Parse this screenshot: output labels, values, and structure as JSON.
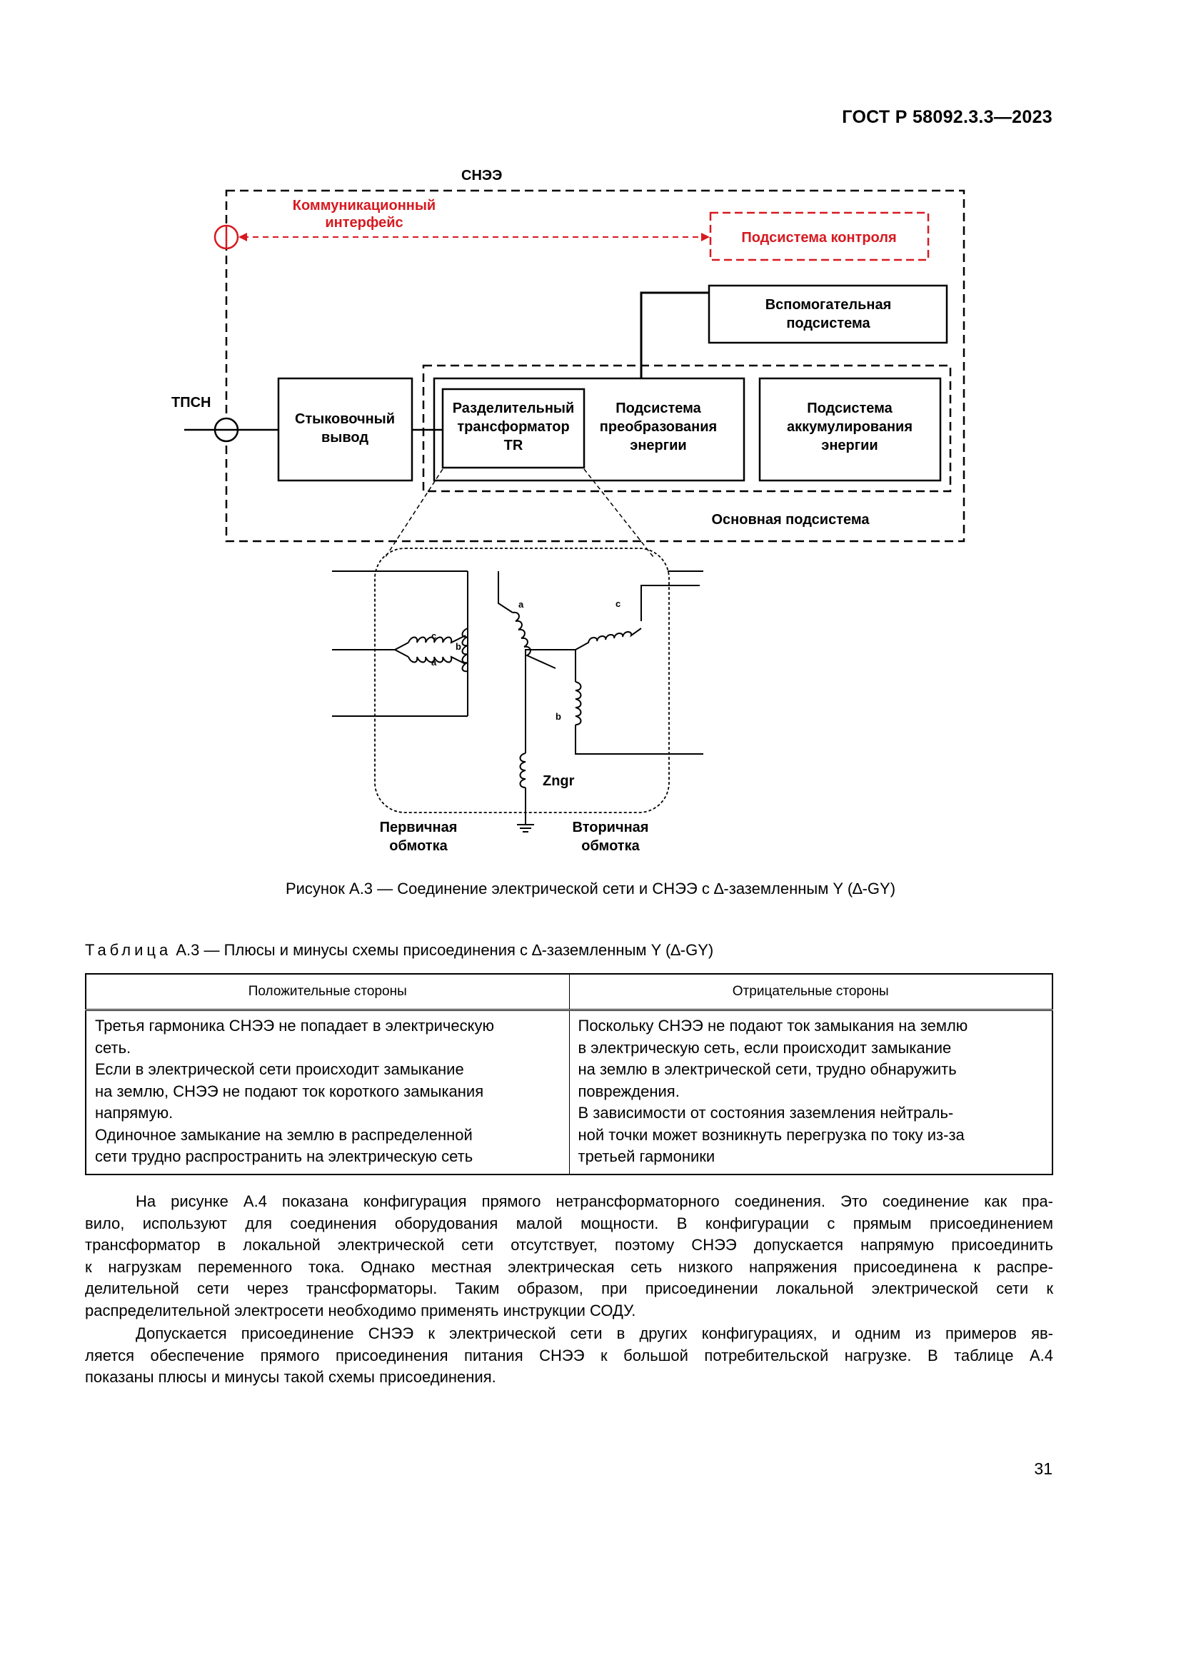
{
  "header": {
    "standard_id": "ГОСТ Р 58092.3.3—2023"
  },
  "diagram": {
    "label_snee": "СНЭЭ",
    "label_comm_interface": [
      "Коммуникационный",
      "интерфейс"
    ],
    "label_control_subsystem": "Подсистема контроля",
    "label_aux_subsystem": [
      "Вспомогательная",
      "подсистема"
    ],
    "label_tpsn": "ТПСН",
    "label_docking_output": [
      "Стыковочный",
      "вывод"
    ],
    "label_isolation_transformer": [
      "Разделительный",
      "трансформатор",
      "TR"
    ],
    "label_conversion_subsystem": [
      "Подсистема",
      "преобразования",
      "энергии"
    ],
    "label_storage_subsystem": [
      "Подсистема",
      "аккумулирования",
      "энергии"
    ],
    "label_main_subsystem": "Основная подсистема",
    "label_phase_a": "a",
    "label_phase_b": "b",
    "label_phase_c": "c",
    "label_zngr": "Zngr",
    "label_primary_winding": [
      "Первичная",
      "обмотка"
    ],
    "label_secondary_winding": [
      "Вторичная",
      "обмотка"
    ],
    "accent_color": "#d71920"
  },
  "figure_caption": "Рисунок А.3 — Соединение электрической сети и СНЭЭ с ∆-заземленным Y (∆-GY)",
  "table": {
    "title_prefix": "Таблица",
    "title_rest": " А.3 — Плюсы и минусы схемы присоединения с ∆-заземленным Y (∆-GY)",
    "col_positive": "Положительные стороны",
    "col_negative": "Отрицательные стороны",
    "positive_lines": [
      "Третья гармоника СНЭЭ не попадает в электрическую",
      "сеть.",
      "Если в электрической сети происходит замыкание",
      "на землю, СНЭЭ не подают ток короткого замыкания",
      "напрямую.",
      "Одиночное замыкание на землю в распределенной",
      "сети трудно распространить на электрическую сеть"
    ],
    "negative_lines": [
      "Поскольку СНЭЭ не подают ток замыкания на землю",
      "в электрическую сеть, если происходит замыкание",
      "на землю в электрической сети, трудно обнаружить",
      "повреждения.",
      "В зависимости от состояния заземления нейтраль-",
      "ной точки может возникнуть перегрузка по току из-за",
      "третьей гармоники"
    ]
  },
  "paragraph_1_lines": [
    "На рисунке А.4 показана конфигурация прямого нетрансформаторного соединения. Это соединение как пра-",
    "вило, используют для соединения оборудования малой мощности. В конфигурации с прямым присоединением",
    "трансформатор в локальной электрической сети отсутствует, поэтому СНЭЭ допускается напрямую присоединить",
    "к нагрузкам переменного тока. Однако местная электрическая сеть низкого напряжения присоединена к распре-",
    "делительной сети через трансформаторы. Таким образом, при присоединении локальной электрической сети к",
    "распределительной электросети необходимо применять инструкции СОДУ."
  ],
  "paragraph_2_lines": [
    "Допускается присоединение СНЭЭ к электрической сети в других конфигурациях, и одним из примеров яв-",
    "ляется обеспечение прямого присоединения питания СНЭЭ к большой потребительской нагрузке. В таблице А.4",
    "показаны плюсы и минусы такой схемы присоединения."
  ],
  "page_number": "31"
}
